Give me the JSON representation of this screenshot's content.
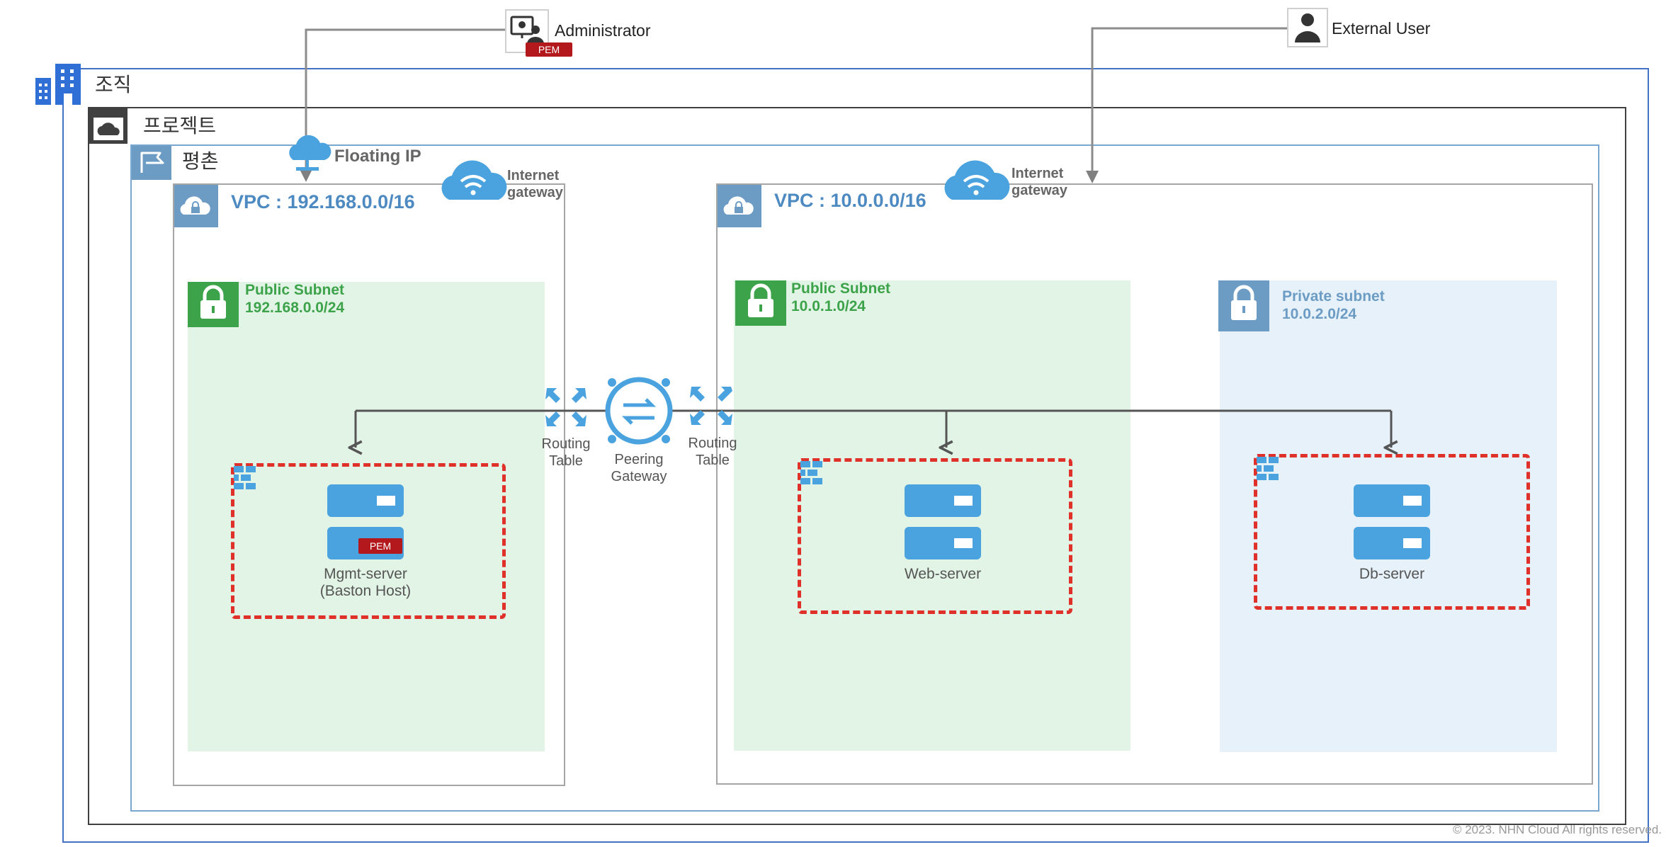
{
  "top": {
    "administrator": "Administrator",
    "admin_pem": "PEM",
    "external_user": "External User"
  },
  "org": {
    "label": "조직"
  },
  "project": {
    "label": "프로젝트"
  },
  "region": {
    "label": "평촌",
    "floating_ip": "Floating IP"
  },
  "vpc_left": {
    "title": "VPC : 192.168.0.0/16",
    "igw_line1": "Internet",
    "igw_line2": "gateway",
    "subnet_title": "Public Subnet",
    "subnet_cidr": "192.168.0.0/24",
    "server_name": "Mgmt-server",
    "server_sub": "(Baston Host)",
    "server_pem": "PEM"
  },
  "vpc_right": {
    "title": "VPC : 10.0.0.0/16",
    "igw_line1": "Internet",
    "igw_line2": "gateway",
    "public_title": "Public Subnet",
    "public_cidr": "10.0.1.0/24",
    "private_title": "Private subnet",
    "private_cidr": "10.0.2.0/24",
    "web_server": "Web-server",
    "db_server": "Db-server"
  },
  "peering": {
    "routing_left_1": "Routing",
    "routing_left_2": "Table",
    "gateway_1": "Peering",
    "gateway_2": "Gateway",
    "routing_right_1": "Routing",
    "routing_right_2": "Table"
  },
  "footer": {
    "copyright": "© 2023. NHN Cloud All rights reserved."
  },
  "colors": {
    "org_border": "#4472c4",
    "project_border": "#404040",
    "region_border": "#7aa7cf",
    "vpc_border": "#a6a6a6",
    "public_fill": "#e2f4e5",
    "private_fill": "#e6f1f9",
    "public_green": "#3da34a",
    "private_blue": "#6c9cc4",
    "vpc_title_blue": "#4e8ac2",
    "icon_blue": "#4aa3df",
    "sg_red": "#e0302a",
    "pem_red": "#b3191c"
  }
}
